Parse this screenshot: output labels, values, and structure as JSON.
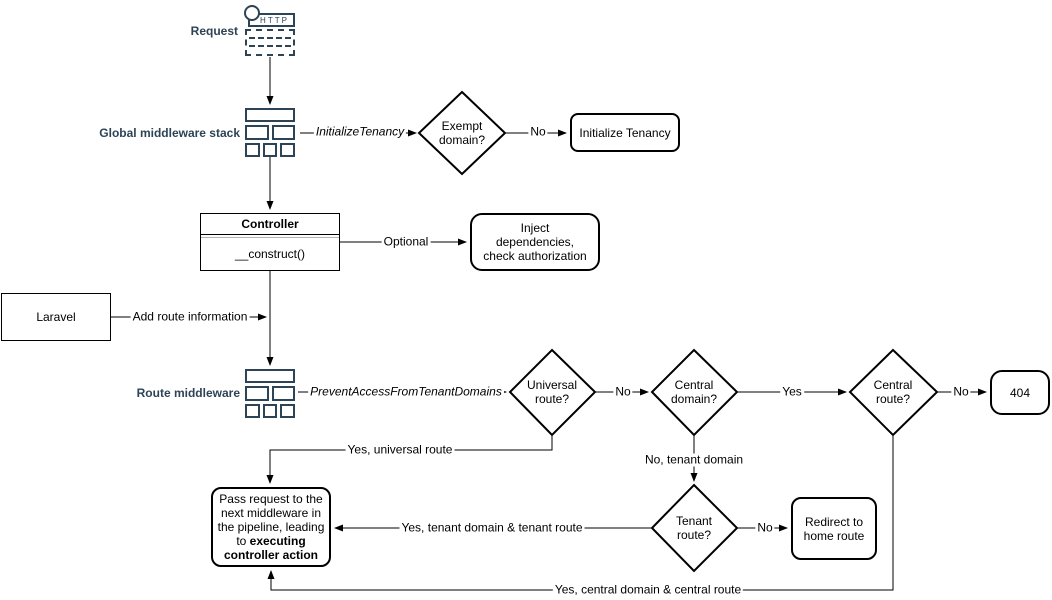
{
  "canvas": {
    "bg": "#ffffff",
    "line_color": "#000000",
    "icon_color": "#2d4356"
  },
  "nodes": {
    "request": {
      "label": "Request",
      "http_badge": "HTTP"
    },
    "global_middleware_stack": {
      "label": "Global middleware stack"
    },
    "exempt_domain": {
      "label": "Exempt domain?"
    },
    "initialize_tenancy": {
      "label": "Initialize Tenancy"
    },
    "controller": {
      "title": "Controller",
      "member": "__construct()"
    },
    "inject_dependencies": {
      "label": "Inject dependencies, check authorization"
    },
    "laravel": {
      "label": "Laravel"
    },
    "route_middleware": {
      "label": "Route middleware"
    },
    "universal_route": {
      "label": "Universal route?"
    },
    "central_domain": {
      "label": "Central domain?"
    },
    "central_route": {
      "label": "Central route?"
    },
    "error_404": {
      "label": "404"
    },
    "tenant_route": {
      "label": "Tenant route?"
    },
    "redirect_home": {
      "label": "Redirect to home route"
    },
    "pass_request": {
      "text": "Pass request to the next middleware in the pipeline, leading to ",
      "text_bold": "executing controller action"
    }
  },
  "edge_labels": {
    "initialize_tenancy": "InitializeTenancy",
    "exempt_no": "No",
    "optional": "Optional",
    "add_route_information": "Add route information",
    "prevent_access": "PreventAccessFromTenantDomains",
    "universal_no": "No",
    "central_domain_yes": "Yes",
    "central_route_no": "No",
    "tenant_domain_no": "No, tenant domain",
    "tenant_route_no": "No",
    "universal_yes": "Yes, universal route",
    "tenant_yes": "Yes, tenant domain & tenant route",
    "central_yes": "Yes, central domain & central route"
  }
}
